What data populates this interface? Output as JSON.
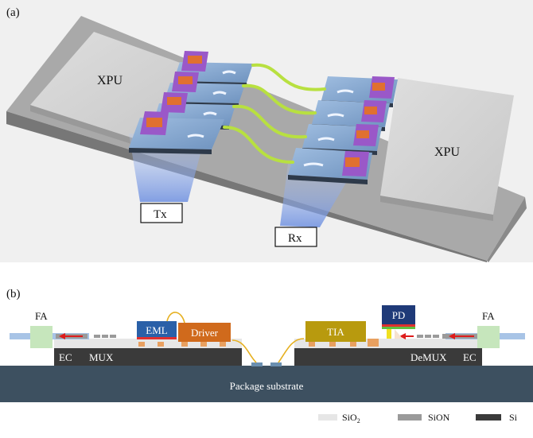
{
  "panel_a": {
    "label": "(a)",
    "xpu_left": "XPU",
    "xpu_right": "XPU",
    "tx_label": "Tx",
    "rx_label": "Rx"
  },
  "panel_b": {
    "label": "(b)",
    "fa_left": "FA",
    "fa_right": "FA",
    "ec_left": "EC",
    "mux": "MUX",
    "eml": "EML",
    "driver": "Driver",
    "tia": "TIA",
    "pd": "PD",
    "demux": "DeMUX",
    "ec_right": "EC",
    "substrate": "Package substrate",
    "legend": {
      "sio2_prefix": "SiO",
      "sio2_sub": "2",
      "sion": "SiON",
      "si": "Si"
    }
  },
  "colors": {
    "chip_blue": "#7a9ec8",
    "fiber_green": "#b8e040",
    "modulator_purple": "#9a58c8",
    "laser_orange": "#e07030",
    "eml_blue": "#2a60a8",
    "driver_orange": "#d06a1c",
    "tia_gold": "#b89a0e",
    "pd_navy": "#1f3a78",
    "substrate": "#3d5060",
    "si_dark": "#3a3a3a",
    "fa_green": "#c6e6bc",
    "wire_gold": "#e6b020"
  }
}
